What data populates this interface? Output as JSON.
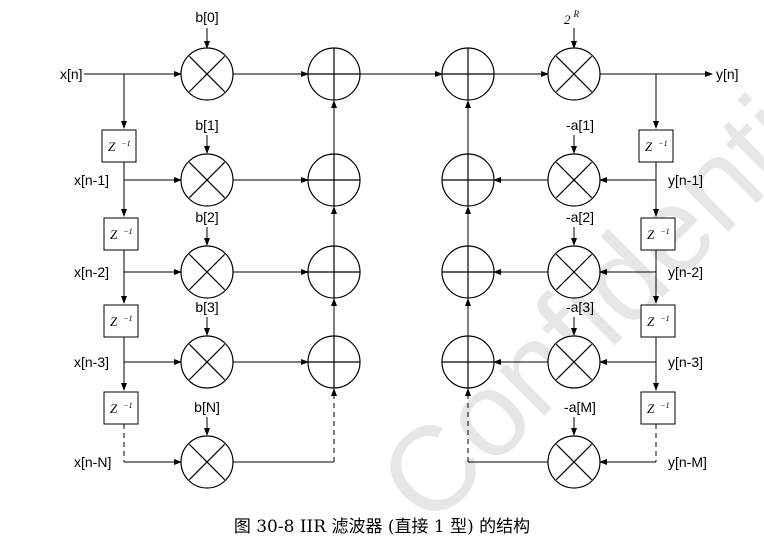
{
  "watermark": "Confidential",
  "caption": "图 30-8  IIR 滤波器 (直接 1 型) 的结构",
  "gain_label": "2",
  "gain_exponent": "R",
  "input_label": "x[n]",
  "output_label": "y[n]",
  "delay_label": "Z",
  "delay_exponent": "−1",
  "feedforward": [
    {
      "signal": "x[n]",
      "coef": "b[0]"
    },
    {
      "signal": "x[n-1]",
      "coef": "b[1]"
    },
    {
      "signal": "x[n-2]",
      "coef": "b[2]"
    },
    {
      "signal": "x[n-3]",
      "coef": "b[3]"
    },
    {
      "signal": "x[n-N]",
      "coef": "b[N]"
    }
  ],
  "feedback": [
    {
      "signal": "y[n-1]",
      "coef": "-a[1]"
    },
    {
      "signal": "y[n-2]",
      "coef": "-a[2]"
    },
    {
      "signal": "y[n-3]",
      "coef": "-a[3]"
    },
    {
      "signal": "y[n-M]",
      "coef": "-a[M]"
    }
  ]
}
